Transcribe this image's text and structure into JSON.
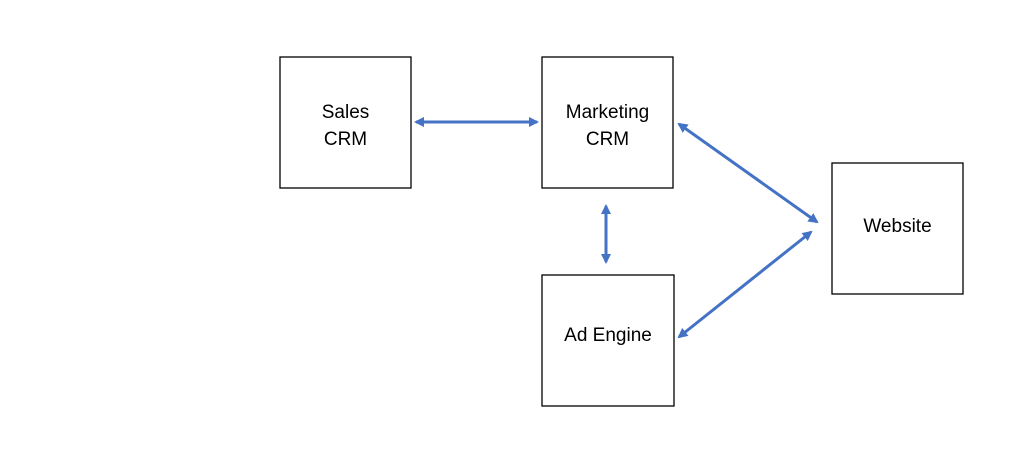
{
  "diagram": {
    "accent_color": "#4472C4",
    "nodes": [
      {
        "id": "sales-crm",
        "lines": [
          "Sales",
          "CRM"
        ]
      },
      {
        "id": "marketing-crm",
        "lines": [
          "Marketing",
          "CRM"
        ]
      },
      {
        "id": "ad-engine",
        "lines": [
          "Ad Engine"
        ]
      },
      {
        "id": "website",
        "lines": [
          "Website"
        ]
      }
    ],
    "edges": [
      {
        "from": "sales-crm",
        "to": "marketing-crm",
        "direction": "bidirectional"
      },
      {
        "from": "marketing-crm",
        "to": "ad-engine",
        "direction": "bidirectional"
      },
      {
        "from": "marketing-crm",
        "to": "website",
        "direction": "bidirectional"
      },
      {
        "from": "ad-engine",
        "to": "website",
        "direction": "bidirectional"
      }
    ]
  }
}
